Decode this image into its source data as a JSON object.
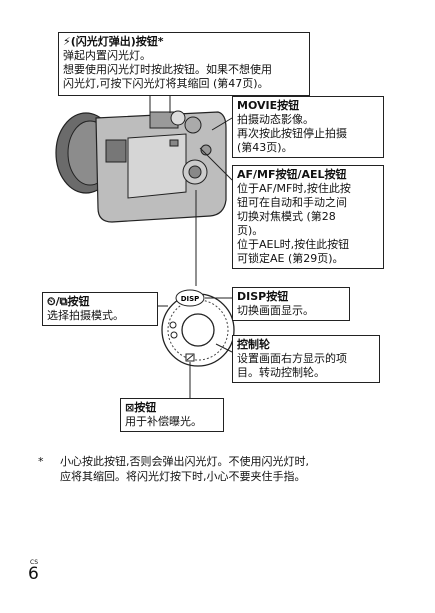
{
  "flash_box": {
    "title": "⚡(闪光灯弹出)按钮*",
    "lines": [
      "弹起内置闪光灯。",
      "想要使用闪光灯时按此按钮。如果不想使用",
      "闪光灯,可按下闪光灯将其缩回 (第47页)。"
    ]
  },
  "movie_box": {
    "title": "MOVIE按钮",
    "lines": [
      "拍摄动态影像。",
      "再次按此按钮停止拍摄",
      "(第43页)。"
    ]
  },
  "afmf_box": {
    "title": "AF/MF按钮/AEL按钮",
    "lines": [
      "位于AF/MF时,按住此按",
      "钮可在自动和手动之间",
      "切换对焦模式 (第28",
      "页)。",
      "位于AEL时,按住此按钮",
      "可锁定AE (第29页)。"
    ]
  },
  "drive_box": {
    "title": "⏲/⧉按钮",
    "lines": [
      "选择拍摄模式。"
    ]
  },
  "disp_box": {
    "title": "DISP按钮",
    "lines": [
      "切换画面显示。"
    ]
  },
  "wheel_box": {
    "title": "控制轮",
    "lines": [
      "设置画面右方显示的项",
      "目。转动控制轮。"
    ]
  },
  "exposure_box": {
    "title": "⊠按钮",
    "lines": [
      "用于补偿曝光。"
    ]
  },
  "dial_label": "DISP",
  "footnote": {
    "mark": "*",
    "line1": "小心按此按钮,否则会弹出闪光灯。不使用闪光灯时,",
    "line2": "应将其缩回。将闪光灯按下时,小心不要夹住手指。"
  },
  "page": {
    "lang": "CS",
    "number": "6"
  }
}
